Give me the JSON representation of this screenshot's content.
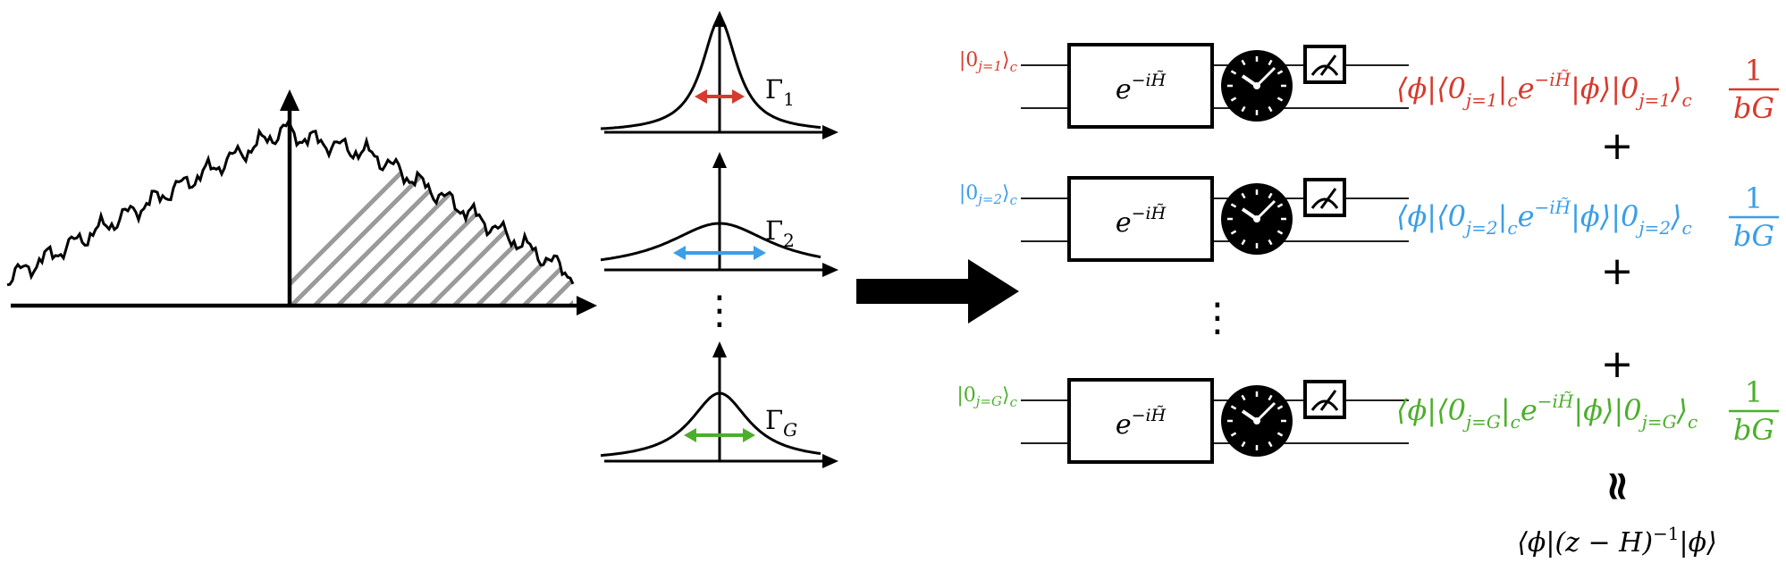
{
  "colors": {
    "ink": "#000000",
    "hatch": "#9a9a9a",
    "red": "#d63a2c",
    "blue": "#3a9ee8",
    "green": "#4caf2c"
  },
  "panels": [
    {
      "gamma": "Γ",
      "gamma_sub": "1",
      "arrow_color": "red"
    },
    {
      "gamma": "Γ",
      "gamma_sub": "2",
      "arrow_color": "blue"
    },
    {
      "gamma": "Γ",
      "gamma_sub": "G",
      "arrow_color": "green"
    }
  ],
  "panel_ellipsis": "⋮",
  "circuit_ellipsis": "⋮",
  "gate": {
    "base": "e",
    "exponent": "−i",
    "h_symbol": "H̃"
  },
  "icons": {
    "clock": "clock-icon",
    "meter": "meter-icon",
    "arrow": "right-arrow-icon"
  },
  "rows": [
    {
      "ket_open": "|0",
      "ket_sub": "j=1",
      "ket_close": "⟩",
      "ket_label": "c",
      "expr": {
        "t1": "⟨ϕ|⟨0",
        "sub1": "j=1",
        "t2": "|",
        "sub2": "c",
        "t3": "e",
        "sup": "−iH̃",
        "t4": "|ϕ⟩|0",
        "sub3": "j=1",
        "t5": "⟩",
        "sub4": "c"
      },
      "frac_num": "1",
      "frac_den": "bG",
      "color": "red"
    },
    {
      "ket_open": "|0",
      "ket_sub": "j=2",
      "ket_close": "⟩",
      "ket_label": "c",
      "expr": {
        "t1": "⟨ϕ|⟨0",
        "sub1": "j=2",
        "t2": "|",
        "sub2": "c",
        "t3": "e",
        "sup": "−iH̃",
        "t4": "|ϕ⟩|0",
        "sub3": "j=2",
        "t5": "⟩",
        "sub4": "c"
      },
      "frac_num": "1",
      "frac_den": "bG",
      "color": "blue"
    },
    {
      "ket_open": "|0",
      "ket_sub": "j=G",
      "ket_close": "⟩",
      "ket_label": "c",
      "expr": {
        "t1": "⟨ϕ|⟨0",
        "sub1": "j=G",
        "t2": "|",
        "sub2": "c",
        "t3": "e",
        "sup": "−iH̃",
        "t4": "|ϕ⟩|0",
        "sub3": "j=G",
        "t5": "⟩",
        "sub4": "c"
      },
      "frac_num": "1",
      "frac_den": "bG",
      "color": "green"
    }
  ],
  "plus": "+",
  "approx": "≈",
  "final": {
    "t1": "⟨ϕ|(z − H)",
    "sup": "−1",
    "t2": "|ϕ⟩"
  }
}
